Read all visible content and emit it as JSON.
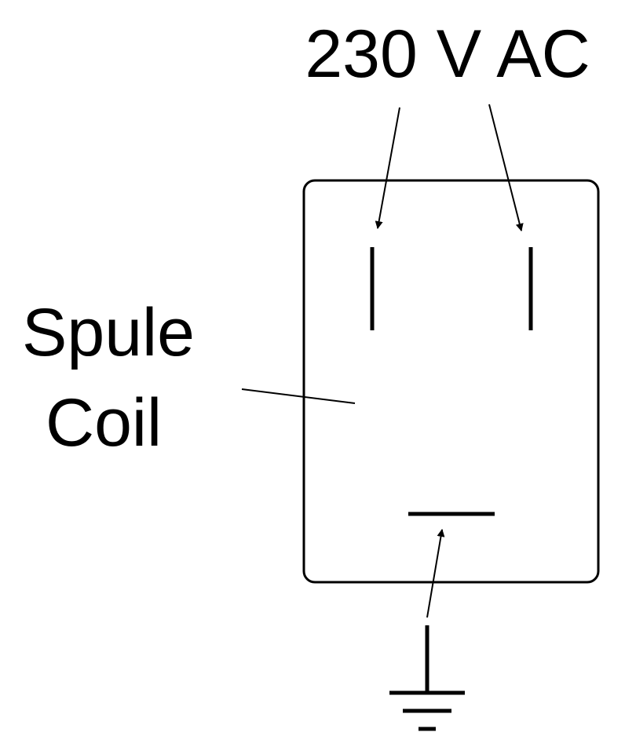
{
  "labels": {
    "voltage": "230 V AC",
    "coil_de": "Spule",
    "coil_en": "Coil"
  },
  "colors": {
    "line": "#000000",
    "background": "#ffffff"
  }
}
